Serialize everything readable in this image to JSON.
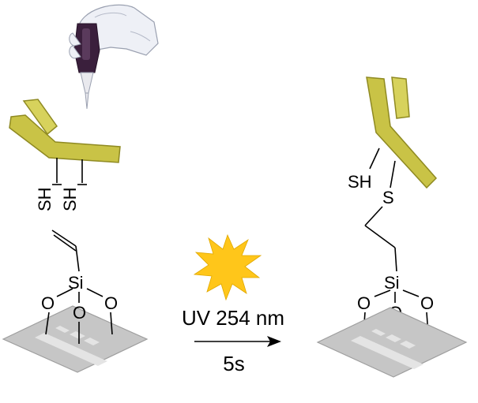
{
  "left_panel": {
    "thiol_labels": [
      "SH",
      "SH"
    ],
    "silane": {
      "si": "Si",
      "oxygens": [
        "O",
        "O",
        "O"
      ]
    }
  },
  "reaction": {
    "condition_top": "UV 254 nm",
    "condition_bottom": "5s",
    "light_color": "#ffc61a"
  },
  "right_panel": {
    "sh_label": "SH",
    "s_label": "S",
    "silane": {
      "si": "Si",
      "oxygens": [
        "O",
        "O",
        "O"
      ]
    }
  },
  "colors": {
    "antibody": "#c9c346",
    "substrate": "#c6c6c6",
    "glove": "#eef0f6",
    "pipette": "#3a1f3c"
  }
}
